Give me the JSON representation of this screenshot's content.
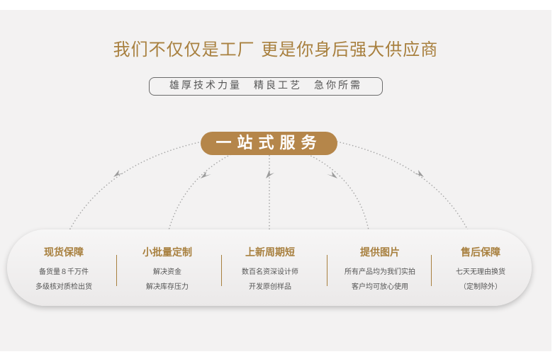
{
  "headline": "我们不仅仅是工厂 更是你身后强大供应商",
  "subtitle": "雄厚技术力量　精良工艺　急你所需",
  "badge": "一站式服务",
  "services": [
    {
      "title": "现货保障",
      "line1": "备货量８千万件",
      "line2": "多级核对质检出货"
    },
    {
      "title": "小批量定制",
      "line1": "解决资金",
      "line2": "解决库存压力"
    },
    {
      "title": "上新周期短",
      "line1": "数百名资深设计师",
      "line2": "开发原创样品"
    },
    {
      "title": "提供图片",
      "line1": "所有产品均为我们实拍",
      "line2": "客户均可放心使用"
    },
    {
      "title": "售后保障",
      "line1": "七天无理由换货",
      "line2": "（定制除外）"
    }
  ],
  "colors": {
    "accent": "#a8803f",
    "badge": "#b5864a",
    "panel": "#f3f2f2"
  },
  "icons": [
    "arrow-down-left-icon",
    "arrow-down-left-icon",
    "arrow-down-icon",
    "arrow-down-right-icon",
    "arrow-down-right-icon"
  ]
}
